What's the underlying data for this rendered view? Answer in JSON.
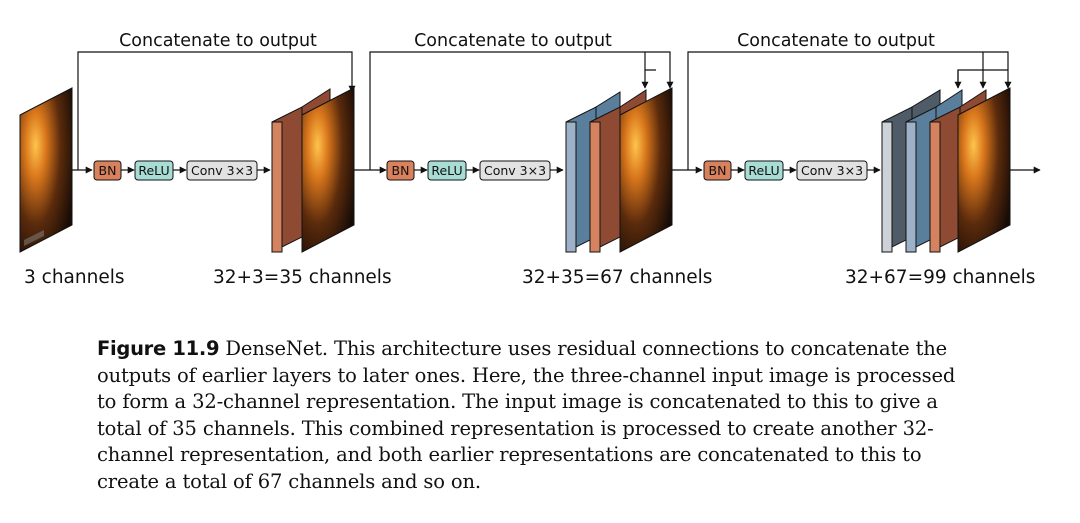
{
  "figure": {
    "label": "Figure 11.9",
    "caption": "DenseNet. This architecture uses residual connections to concatenate the outputs of earlier layers to later ones. Here, the three-channel input image is processed to form a 32-channel representation. The input image is concatenated to this to give a total of 35 channels. This combined representation is processed to create another 32-channel representation, and both earlier representations are concatenated to this to create a total of 67 channels and so on."
  },
  "diagram": {
    "concat_label": "Concatenate to output",
    "ops": {
      "bn": "BN",
      "relu": "ReLU",
      "conv": "Conv 3×3"
    },
    "stage_labels": [
      "3 channels",
      "32+3=35 channels",
      "32+35=67 channels",
      "32+67=99 channels"
    ],
    "colors": {
      "bn": "#d9805c",
      "relu": "#a8ddd6",
      "conv": "#e2e2e2",
      "copper": "#d4825f",
      "brown": "#8f4a33",
      "slate": "#9db2c8",
      "steel": "#5a7f9c",
      "light_gray": "#ccd2d8",
      "dark_slate": "#4f5b66"
    }
  }
}
